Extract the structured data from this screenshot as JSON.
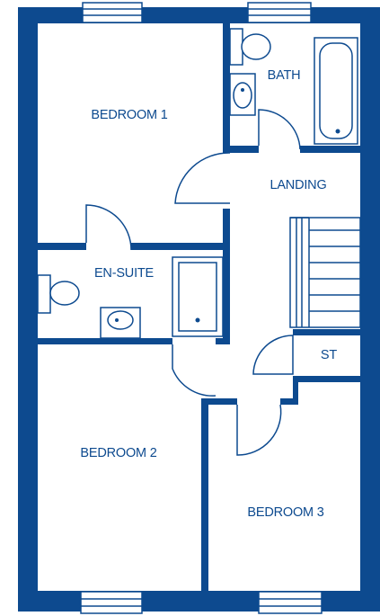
{
  "floor_plan": {
    "rooms": {
      "bedroom1": "BEDROOM 1",
      "bath": "BATH",
      "landing": "LANDING",
      "ensuite": "EN-SUITE",
      "store": "ST",
      "bedroom2": "BEDROOM 2",
      "bedroom3": "BEDROOM 3"
    }
  },
  "colors": {
    "wall": "#0d4a8f",
    "background": "#ffffff"
  }
}
